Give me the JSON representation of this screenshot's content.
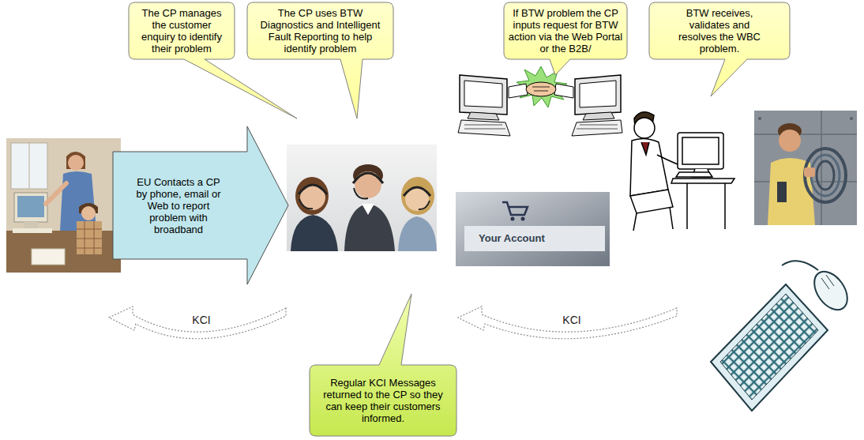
{
  "diagram": {
    "nodes": [
      {
        "text": [
          "The CP manages the customer enquiry to identify their problem"
        ]
      },
      {
        "text": [
          "The CP uses BTW Diagnostics and Intelligent Fault Reporting to help identify problem"
        ]
      },
      {
        "text": [
          "If BTW problem the CP inputs request for BTW action via the Web Portal or the B2B/"
        ]
      },
      {
        "text": [
          "BTW receives, validates and resolves the WBC problem."
        ]
      },
      {
        "text": [
          "EU Contacts a CP by phone, email or Web to report problem with broadband"
        ]
      },
      {
        "text": [
          "Regular KCI Messages returned to the CP so they can keep their customers informed."
        ]
      }
    ],
    "labels": [
      "Your Account",
      "KCI",
      "KCI"
    ]
  }
}
